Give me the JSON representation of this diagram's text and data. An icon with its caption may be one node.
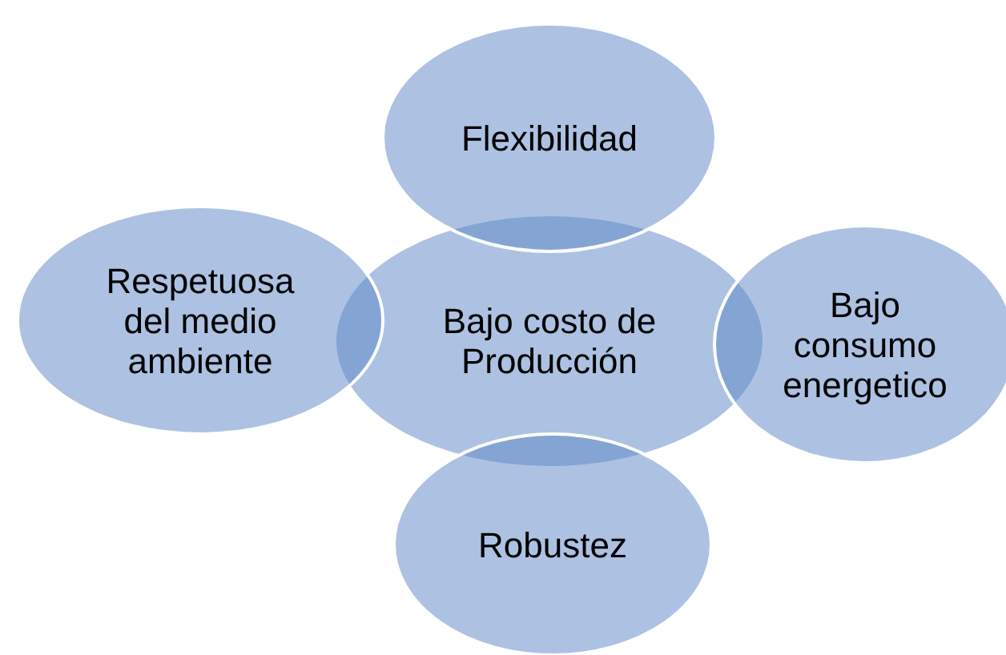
{
  "diagram": {
    "nodes": [
      {
        "text": [
          "Flexibilidad"
        ]
      },
      {
        "text": [
          "Respetuosa del medio ambiente"
        ]
      },
      {
        "text": [
          "Bajo costo de Producción"
        ]
      },
      {
        "text": [
          "Bajo consumo energetico"
        ]
      },
      {
        "text": [
          "Robustez"
        ]
      }
    ]
  }
}
